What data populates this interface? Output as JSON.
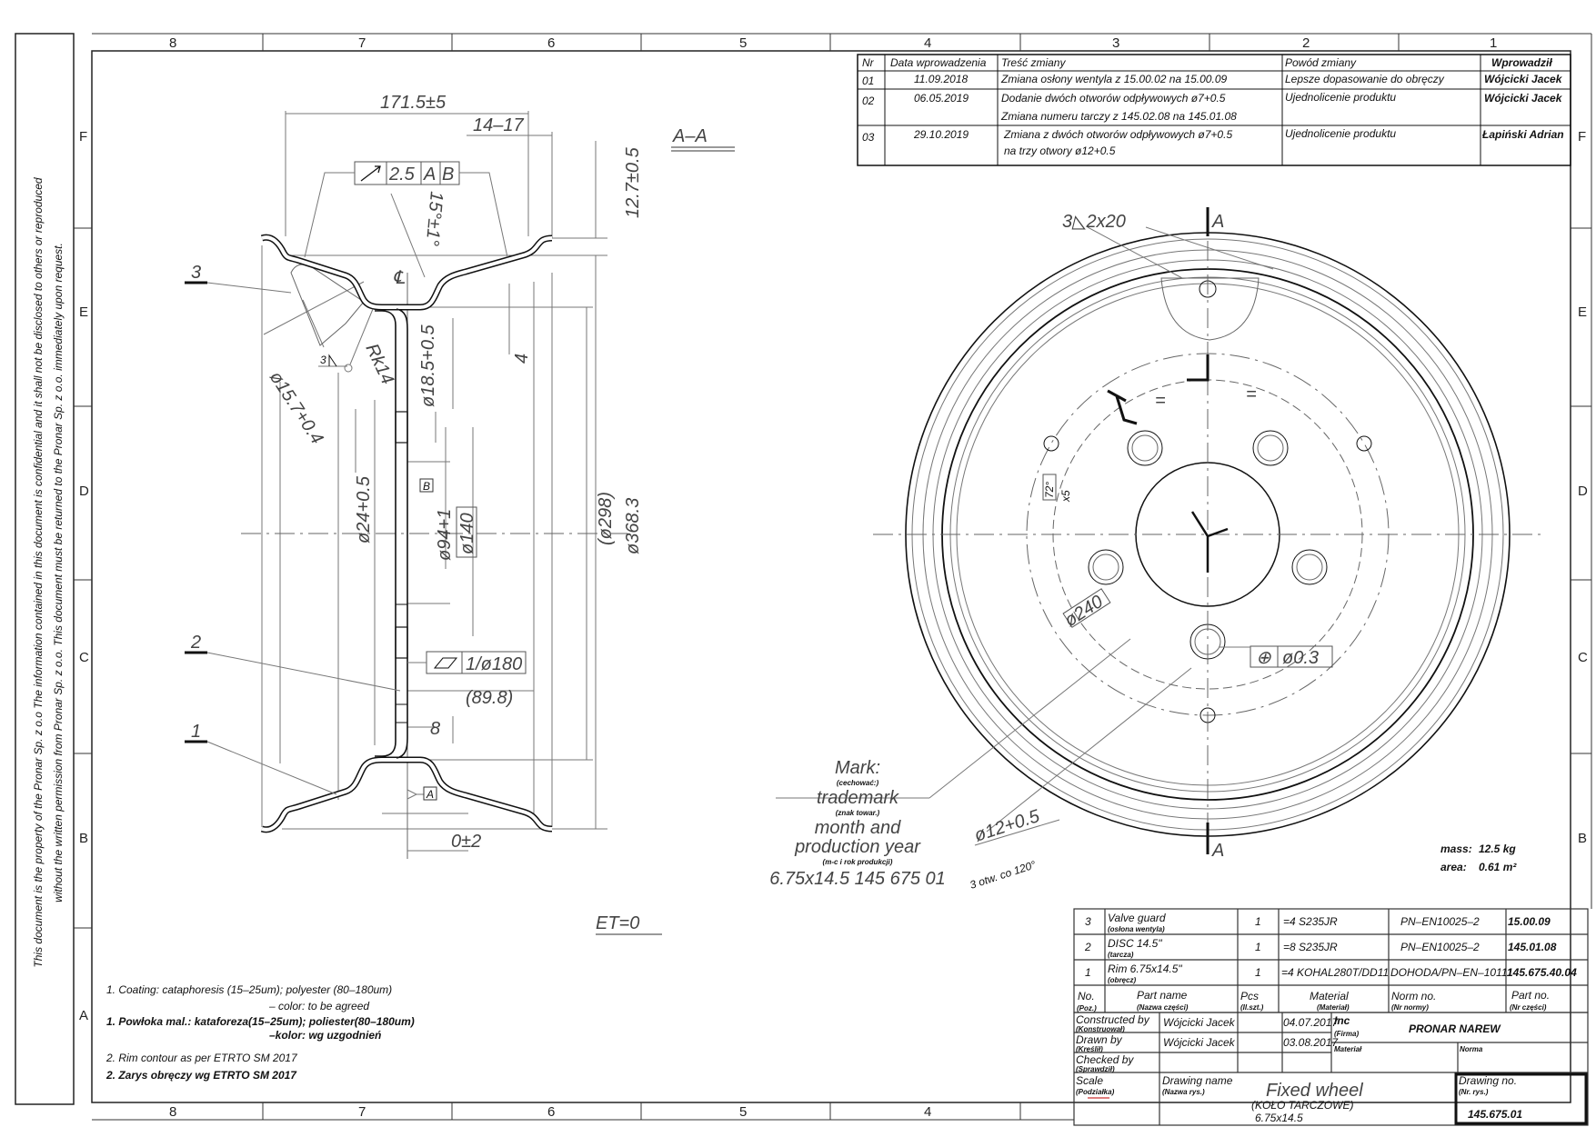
{
  "confidentiality_note": [
    "This document is the property of the Pronar Sp. z o.o The information contained in this document is confidential and it shall not be disclosed to others or reproduced",
    "without the written permission from Pronar Sp. z o.o.  This document must be returned to the Pronar Sp. z o.o. immediately upon request."
  ],
  "zones": {
    "columns_top": [
      "8",
      "7",
      "6",
      "5",
      "4",
      "3",
      "2",
      "1"
    ],
    "columns_bottom": [
      "8",
      "7",
      "6",
      "5",
      "4"
    ],
    "rows": [
      "F",
      "E",
      "D",
      "C",
      "B",
      "A"
    ]
  },
  "revisions": {
    "headers": [
      "Nr",
      "Data wprowadzenia",
      "Treść zmiany",
      "Powód zmiany",
      "Wprowadził"
    ],
    "rows": [
      {
        "nr": "01",
        "date": "11.09.2018",
        "change": [
          "Zmiana osłony wentyla z 15.00.02 na 15.00.09"
        ],
        "reason": "Lepsze dopasowanie do obręczy",
        "by": "Wójcicki Jacek"
      },
      {
        "nr": "02",
        "date": "06.05.2019",
        "change": [
          "Dodanie dwóch otworów odpływowych ø7+0.5",
          "Zmiana numeru tarczy z 145.02.08 na 145.01.08"
        ],
        "reason": "Ujednolicenie produktu",
        "by": "Wójcicki Jacek"
      },
      {
        "nr": "03",
        "date": "29.10.2019",
        "change": [
          "Zmiana z dwóch otworów odpływowych ø7+0.5",
          "na trzy otwory ø12+0.5"
        ],
        "reason": "Ujednolicenie produktu",
        "by": "Łapiński Adrian"
      }
    ]
  },
  "section_view": {
    "title": "A–A",
    "width_dim": "171.5±5",
    "flange_dim": "14–17",
    "runout_frame": {
      "tolerance": "2.5",
      "datum1": "A",
      "datum2": "B"
    },
    "angle_dim": "15°±1°",
    "flange_height_dim": "12.7±0.5",
    "centerline_symbol": "℄",
    "valve_hole_dim": "ø15.7+0.4",
    "weld_symbol": "3",
    "radius_dim": "Rk14",
    "disc_hole_dim": "ø18.5+0.5",
    "offset_dim": "4",
    "bolt_hole_dim": "ø24+0.5",
    "datum_b": "B",
    "hub_dim": "ø94+1",
    "bolt_circle_dim": "ø140",
    "inner_dim": "(ø298)",
    "rim_dia_dim": "ø368.3",
    "flatness_frame": "1/ø180",
    "distance_dim": "(89.8)",
    "thickness_dim": "8",
    "datum_a": "A",
    "et_dim": "0±2",
    "et_label": "ET=0",
    "part_labels": [
      "3",
      "2",
      "1"
    ]
  },
  "front_view": {
    "weld_note": "3◺2x20",
    "cut_label_top": "A",
    "cut_label_bottom": "A",
    "equal_marks": [
      "=",
      "="
    ],
    "angle_dim": "72°",
    "angle_count": "x5",
    "circle_dim": "ø240",
    "position_frame": {
      "symbol": "⊕",
      "tolerance": "ø0.3"
    },
    "drain_hole_dim": "ø12+0.5",
    "drain_hole_note": "3 otw. co 120°"
  },
  "mark": {
    "title": "Mark:",
    "title_pl": "(cechować:)",
    "trademark": "trademark",
    "trademark_pl": "(znak towar.)",
    "line1": "month and",
    "line2": "production year",
    "date_pl": "(m-c i rok produkcji)",
    "code": "6.75x14.5    145 675 01"
  },
  "properties": {
    "mass_label": "mass:",
    "mass": "12.5 kg",
    "area_label": "area:",
    "area": "0.61 m²"
  },
  "notes": [
    "1. Coating:  cataphoresis (15–25um);  polyester  (80–180um)",
    "– color:  to  be  agreed",
    "1. Powłoka mal.: kataforeza(15–25um); poliester(80–180um)",
    "–kolor:  wg  uzgodnień",
    "2. Rim contour as per ETRTO SM 2017",
    "2. Zarys obręczy wg ETRTO SM 2017"
  ],
  "parts_list": {
    "rows": [
      {
        "no": "3",
        "name": "Valve guard",
        "name_pl": "(osłona wentyla)",
        "pcs": "1",
        "material": "=4  S235JR",
        "norm": "PN–EN10025–2",
        "part_no": "15.00.09"
      },
      {
        "no": "2",
        "name": "DISC 14.5\"",
        "name_pl": "(tarcza)",
        "pcs": "1",
        "material": "=8  S235JR",
        "norm": "PN–EN10025–2",
        "part_no": "145.01.08"
      },
      {
        "no": "1",
        "name": "Rim 6.75x14.5\"",
        "name_pl": "(obręcz)",
        "pcs": "1",
        "material": "=4  KOHAL280T/DD11",
        "norm": "DOHODA/PN–EN–10111",
        "part_no": "145.675.40.04"
      }
    ],
    "headers": {
      "no": "No.",
      "no_pl": "(Poz.)",
      "name": "Part name",
      "name_pl": "(Nazwa części)",
      "pcs": "Pcs",
      "pcs_pl": "(Il.szt.)",
      "material": "Material",
      "material_pl": "(Materiał)",
      "norm": "Norm no.",
      "norm_pl": "(Nr normy)",
      "part_no": "Part no.",
      "part_no_pl": "(Nr części)"
    }
  },
  "title_block": {
    "constructed_label": "Constructed by",
    "constructed_label_pl": "(Konstruował)",
    "constructed_name": "Wójcicki Jacek",
    "constructed_date": "04.07.2017",
    "drawn_label": "Drawn by",
    "drawn_label_pl": "(Kreślił)",
    "drawn_name": "Wójcicki Jacek",
    "drawn_date": "03.08.2017",
    "checked_label": "Checked by",
    "checked_label_pl": "(Sprawdził)",
    "firm_label": "Inc",
    "firm_label_pl": "(Firma)",
    "firm": "PRONAR NAREW",
    "material_label": "Materiał",
    "norma_label": "Norma",
    "scale_label": "Scale",
    "scale_label_pl": "(Podziałka)",
    "drawing_name_label": "Drawing name",
    "drawing_name_label_pl": "(Nazwa rys.)",
    "drawing_name": "Fixed wheel",
    "drawing_name_pl": "(KOŁO TARCZOWE)",
    "drawing_size": "6.75x14.5",
    "drawing_no_label": "Drawing no.",
    "drawing_no_label_pl": "(Nr. rys.)",
    "drawing_no": "145.675.01"
  }
}
